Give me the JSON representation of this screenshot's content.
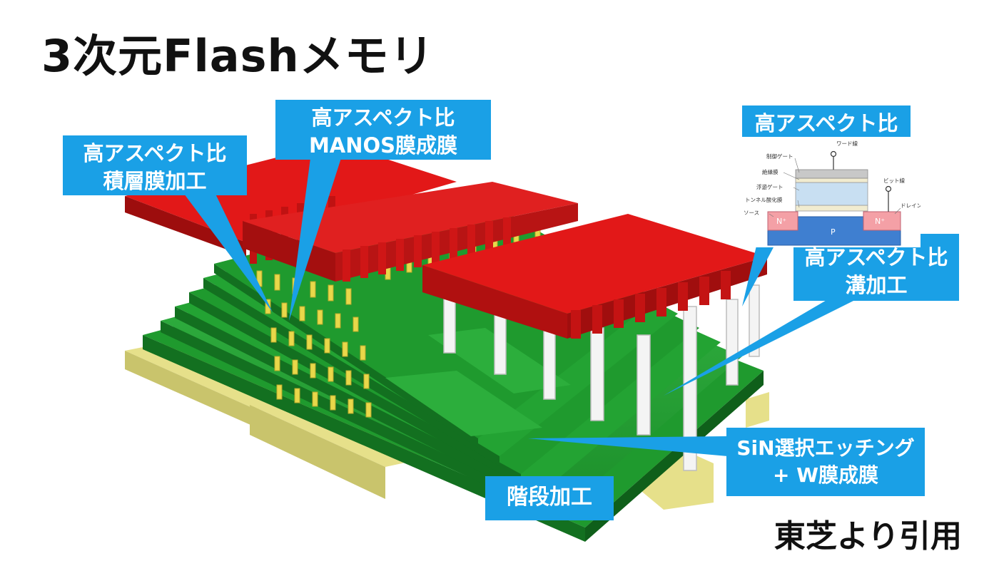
{
  "title": "3次元Flashメモリ",
  "source": "東芝より引用",
  "callouts": {
    "stack": {
      "line1": "高アスペクト比",
      "line2": "積層膜加工"
    },
    "manos": {
      "line1": "高アスペクト比",
      "line2": "MANOS膜成膜"
    },
    "top_right": {
      "line1": "高アスペクト比"
    },
    "trench": {
      "line1": "高アスペクト比",
      "line2": "溝加工"
    },
    "sin": {
      "line1": "SiN選択エッチング",
      "line2": "+ W膜成膜"
    },
    "stair": {
      "line1": "階段加工"
    }
  },
  "inset": {
    "word_line": "ワード線",
    "control_gate": "制御ゲート",
    "insulator": "絶縁膜",
    "floating_gate": "浮遊ゲート",
    "tunnel_oxide": "トンネル酸化膜",
    "source": "ソース",
    "bit_line": "ビット線",
    "drain": "ドレイン",
    "n_left": "N⁺",
    "n_right": "N⁺",
    "p": "P"
  },
  "colors": {
    "callout_blue": "#1aa0e6",
    "red": "#e21818",
    "green": "#1f9a2e",
    "yellow": "#e8e28a",
    "pillar": "#f2f2f2"
  }
}
